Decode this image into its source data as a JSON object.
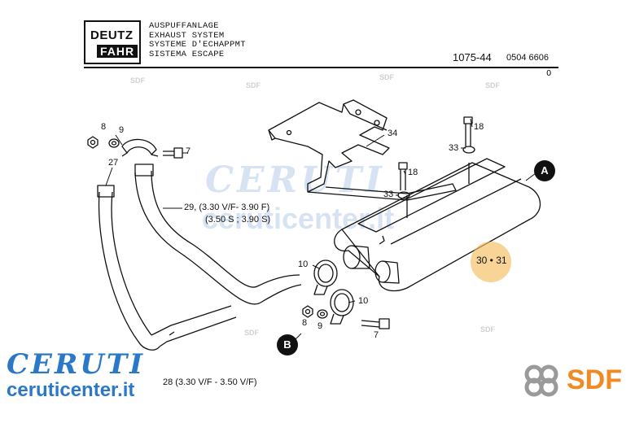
{
  "header": {
    "logo_line1": "DEUTZ",
    "logo_line2": "FAHR",
    "titles": [
      "AUSPUFFANLAGE",
      "EXHAUST SYSTEM",
      "SYSTEME D'ECHAPPMT",
      "SISTEMA ESCAPE"
    ],
    "part_number": "1075-44",
    "catalog_number": "0504 6606",
    "revision": "0"
  },
  "callouts": {
    "c8_top": "8",
    "c9_top": "9",
    "c7_top": "7",
    "c27": "27",
    "c29": "29, (3.30 V/F- 3.90 F)",
    "c29b": "(3.50 S ; 3.90 S)",
    "c34": "34",
    "c18a": "18",
    "c33a": "33",
    "c18b": "18",
    "c33b": "33",
    "c10a": "10",
    "c10b": "10",
    "c8_bot": "8",
    "c9_bot": "9",
    "c7_bot": "7",
    "c30_31": "30 • 31",
    "c28": "28 (3.30 V/F - 3.50 V/F)"
  },
  "badges": {
    "a": "A",
    "b": "B"
  },
  "watermark": {
    "brand": "CERUTI",
    "site": "ceruticenter.it",
    "sdf": "SDF",
    "small_sdf": "SDF",
    "colors": {
      "ceruti_blue": "#2b78c9",
      "sdf_orange": "#f08a24",
      "highlight": "#f5be5f"
    }
  }
}
